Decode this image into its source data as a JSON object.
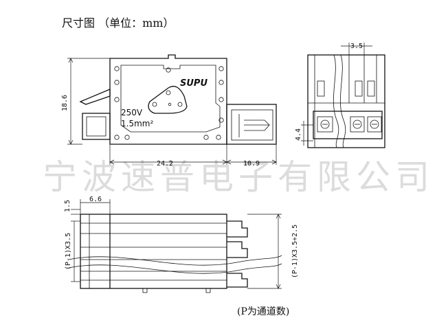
{
  "title": "尺寸图 （单位：mm）",
  "watermark": "宁波速普电子有限公司",
  "caption": "(P为通道数)",
  "product_marking": {
    "brand": "SUPU",
    "voltage": "250V",
    "wire_size": "1.5mm²"
  },
  "dimensions": {
    "height": "18.6",
    "body_width": "24.2",
    "connector_width": "10.9",
    "pitch": "3.5",
    "side_height": "4.4",
    "top_offset": "1.5",
    "top_width": "6.6",
    "left_span": "(P-1)X3.5",
    "right_span": "(P-1)X3.5+2.5"
  }
}
